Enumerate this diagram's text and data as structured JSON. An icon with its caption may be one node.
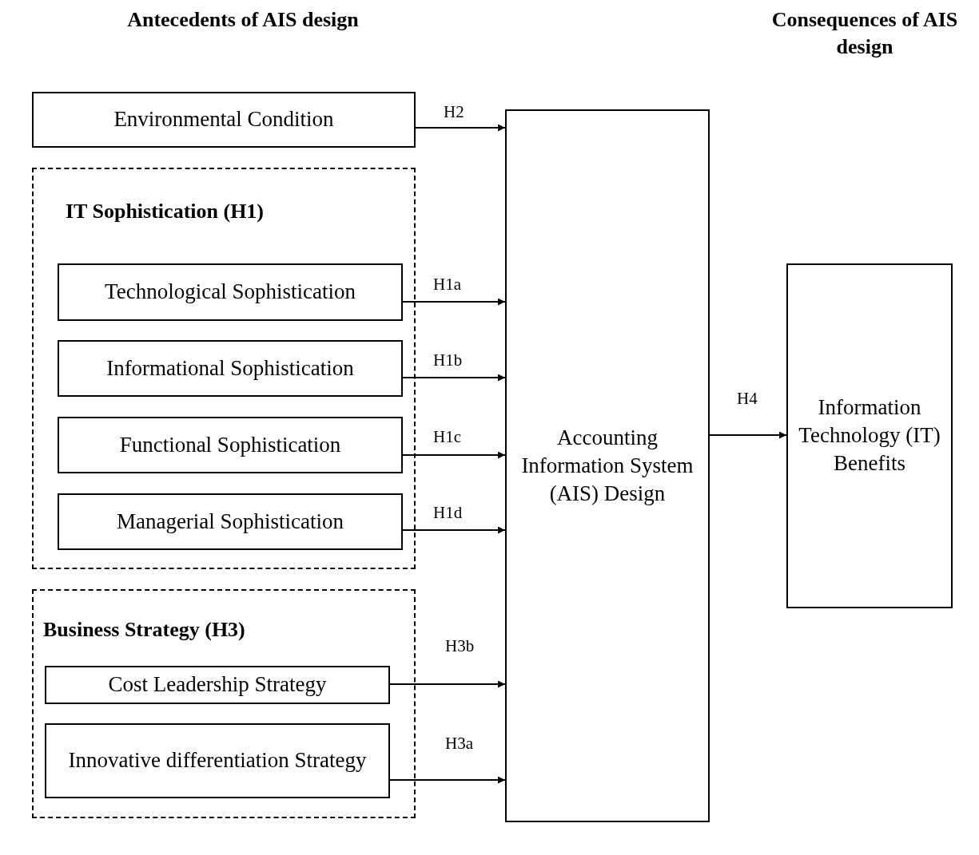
{
  "diagram": {
    "nodes": [
      {
        "text": [
          "Environmental Condition"
        ]
      },
      {
        "text": [
          "IT Sophistication (H1)"
        ]
      },
      {
        "text": [
          "Technological Sophistication"
        ],
        "in": 1
      },
      {
        "text": [
          "Informational Sophistication"
        ],
        "in": 1
      },
      {
        "text": [
          "Functional Sophistication"
        ],
        "in": 1
      },
      {
        "text": [
          "Managerial Sophistication"
        ],
        "in": 1
      },
      {
        "text": [
          "Business Strategy (H3)"
        ]
      },
      {
        "text": [
          "Cost Leadership Strategy"
        ],
        "in": 6
      },
      {
        "text": [
          "Innovative differentiation Strategy"
        ],
        "in": 6
      },
      {
        "text": [
          "Accounting Information System (AIS) Design"
        ]
      },
      {
        "text": [
          "Information Technology (IT) Benefits"
        ]
      }
    ],
    "edges": [
      {
        "from": 0,
        "to": 9,
        "arrow": "to",
        "label": "H2"
      },
      {
        "from": 2,
        "to": 9,
        "arrow": "to",
        "label": "H1a"
      },
      {
        "from": 3,
        "to": 9,
        "arrow": "to",
        "label": "H1b"
      },
      {
        "from": 4,
        "to": 9,
        "arrow": "to",
        "label": "H1c"
      },
      {
        "from": 5,
        "to": 9,
        "arrow": "to",
        "label": "H1d"
      },
      {
        "from": 7,
        "to": 9,
        "arrow": "to",
        "label": "H3b"
      },
      {
        "from": 8,
        "to": 9,
        "arrow": "to",
        "label": "H3a"
      },
      {
        "from": 9,
        "to": 10,
        "arrow": "to",
        "label": "H4"
      }
    ],
    "labels": [
      "Antecedents of AIS design",
      "Consequences of AIS design"
    ]
  }
}
